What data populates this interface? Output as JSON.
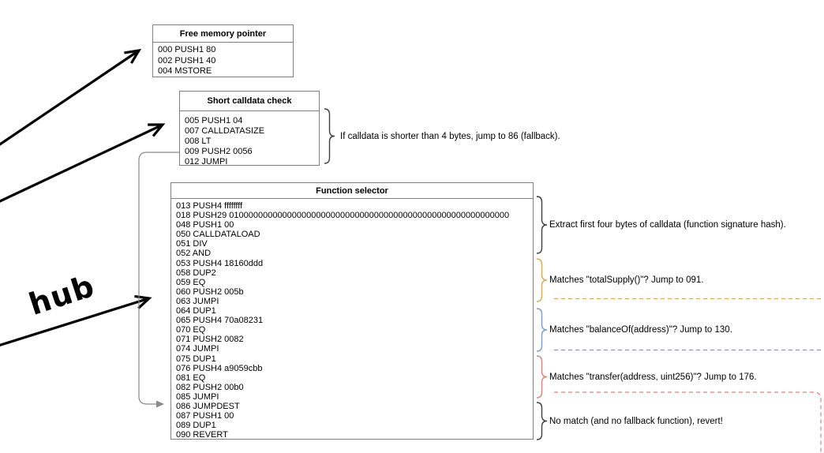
{
  "diagram": {
    "hub_label": "hub",
    "boxes": [
      {
        "title": "Free memory pointer",
        "lines": [
          "000 PUSH1 80",
          "002 PUSH1 40",
          "004 MSTORE"
        ]
      },
      {
        "title": "Short calldata check",
        "lines": [
          "005 PUSH1 04",
          "007 CALLDATASIZE",
          "008 LT",
          "009 PUSH2 0056",
          "012 JUMPI"
        ]
      },
      {
        "title": "Function selector",
        "lines": [
          "013 PUSH4 ffffffff",
          "018 PUSH29 0100000000000000000000000000000000000000000000000000000000",
          "048 PUSH1 00",
          "050 CALLDATALOAD",
          "051 DIV",
          "052 AND",
          "053 PUSH4 18160ddd",
          "058 DUP2",
          "059 EQ",
          "060 PUSH2 005b",
          "063 JUMPI",
          "064 DUP1",
          "065 PUSH4 70a08231",
          "070 EQ",
          "071 PUSH2 0082",
          "074 JUMPI",
          "075 DUP1",
          "076 PUSH4 a9059cbb",
          "081 EQ",
          "082 PUSH2 00b0",
          "085 JUMPI",
          "086 JUMPDEST",
          "087 PUSH1 00",
          "089 DUP1",
          "090 REVERT"
        ]
      }
    ],
    "annotations": {
      "short_calldata": "If calldata is shorter than 4 bytes, jump to 86 (fallback).",
      "extract": "Extract first four bytes of calldata (function signature hash).",
      "total_supply": "Matches \"totalSupply()\"? Jump to 091.",
      "balance_of": "Matches \"balanceOf(address)\"? Jump to 130.",
      "transfer": "Matches \"transfer(address, uint256)\"? Jump to 176.",
      "no_match": "No match (and no fallback function), revert!"
    },
    "colors": {
      "dark": "#3f3f3f",
      "orange": "#DBA858",
      "blue": "#7E9CC9",
      "red": "#E0817D",
      "arrow_black": "#000000",
      "connector_gray": "#8a8a8a"
    }
  }
}
